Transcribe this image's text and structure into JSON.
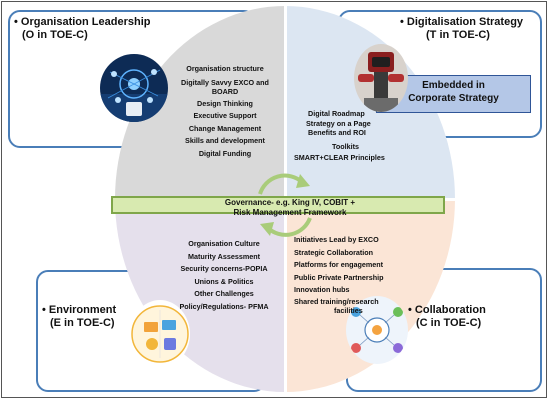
{
  "leadership": {
    "title": "• Organisation Leadership",
    "subtitle": "(O in TOE-C)",
    "icon": "digital-network-photo",
    "items": [
      "Organisation structure",
      "Digitally Savvy EXCO and",
      "BOARD",
      "Design Thinking",
      "Executive Support",
      "Change Management",
      "Skills and development",
      "Digital Funding"
    ]
  },
  "digitalisation": {
    "title": "• Digitalisation Strategy",
    "subtitle": "(T in TOE-C)",
    "icon": "robot-photo",
    "callout": [
      "Embedded in",
      "Corporate Strategy"
    ],
    "items": [
      "Digital Roadmap",
      "Strategy on a Page",
      "Benefits and ROI",
      "Toolkits",
      "SMART+CLEAR Principles"
    ]
  },
  "environment": {
    "title": "• Environment",
    "subtitle": "(E in TOE-C)",
    "icon": "business-icons-illustration",
    "items": [
      "Organisation Culture",
      "Maturity Assessment",
      "Security concerns-POPIA",
      "Unions & Politics",
      "Other Challenges",
      "Policy/Regulations- PFMA"
    ]
  },
  "collaboration": {
    "title": "• Collaboration",
    "subtitle": "(C in TOE-C)",
    "icon": "collaboration-network-illustration",
    "items": [
      "Initiatives Lead by EXCO",
      "Strategic Collaboration",
      "Platforms for engagement",
      "Public Private Partnership",
      "Innovation hubs",
      "Shared training/research",
      "facilities"
    ]
  },
  "governance": {
    "line1": "Governance- e.g. King IV, COBIT +",
    "line2": "Risk Management Framework"
  },
  "colors": {
    "frame_border": "#4a7eb8",
    "leadership_quadrant": "#d9d9d9",
    "digitalisation_quadrant": "#dce6f2",
    "environment_quadrant": "#e5e0ec",
    "collaboration_quadrant": "#fbe5d6",
    "governance_bar": "#d8eab0",
    "callout": "#b4c7e7",
    "arrow": "#a9cc7a"
  }
}
